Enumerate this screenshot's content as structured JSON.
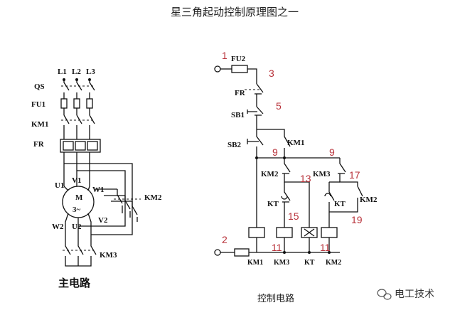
{
  "title": "星三角起动控制原理图之一",
  "main_circuit": {
    "caption": "主电路",
    "lines": [
      "L1",
      "L2",
      "L3"
    ],
    "qs": "QS",
    "fu1": "FU1",
    "km1": "KM1",
    "fr": "FR",
    "u1": "U1",
    "v1": "V1",
    "w1": "W1",
    "motor_m": "M",
    "motor_phase": "3~",
    "w2": "W2",
    "u2": "U2",
    "v2": "V2",
    "km2": "KM2",
    "km3": "KM3"
  },
  "control_circuit": {
    "caption": "控制电路",
    "fu2": "FU2",
    "fr": "FR",
    "sb1": "SB1",
    "sb2": "SB2",
    "km1_contact": "KM1",
    "km2_contact": "KM2",
    "km3_contact": "KM3",
    "kt_left": "KT",
    "kt_right": "KT",
    "km2_right": "KM2",
    "coil_labels": [
      "KM1",
      "KM3",
      "KT",
      "KM2"
    ],
    "nodes": {
      "n1": "1",
      "n2": "2",
      "n3": "3",
      "n5": "5",
      "n9a": "9",
      "n9b": "9",
      "n11a": "11",
      "n11b": "11",
      "n13": "13",
      "n15": "15",
      "n17": "17",
      "n19": "19"
    }
  },
  "watermark": {
    "text": "电工技术",
    "icon": "wechat-icon"
  }
}
